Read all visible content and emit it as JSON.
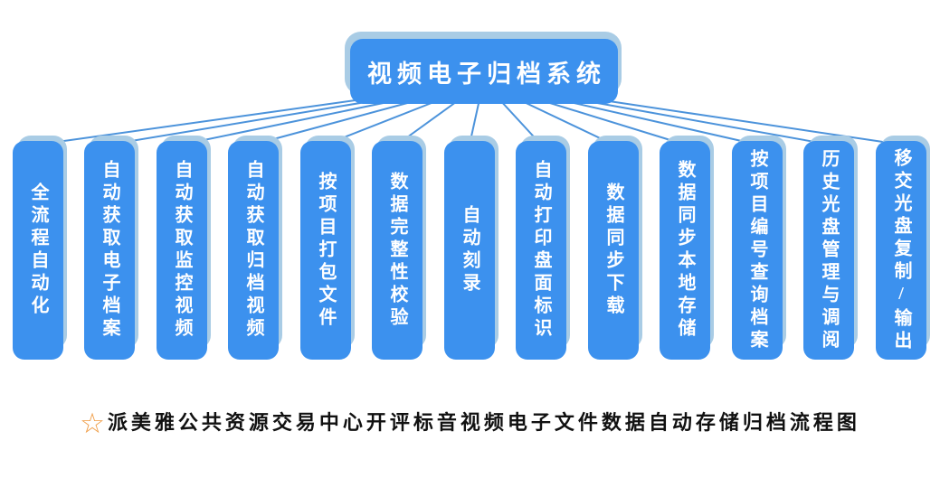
{
  "root": {
    "title": "视频电子归档系统"
  },
  "pillars": [
    {
      "label": "全流程自动化"
    },
    {
      "label": "自动获取电子档案"
    },
    {
      "label": "自动获取监控视频"
    },
    {
      "label": "自动获取归档视频"
    },
    {
      "label": "按项目打包文件"
    },
    {
      "label": "数据完整性校验"
    },
    {
      "label": "自动刻录"
    },
    {
      "label": "自动打印盘面标识"
    },
    {
      "label": "数据同步下载"
    },
    {
      "label": "数据同步本地存储"
    },
    {
      "label": "按项目编号查询档案"
    },
    {
      "label": "历史光盘管理与调阅"
    },
    {
      "label": "移交光盘复制/输出"
    }
  ],
  "caption": {
    "star_icon": "☆",
    "text": "派美雅公共资源交易中心开评标音视频电子文件数据自动存储归档流程图"
  },
  "colors": {
    "box_blue": "#3C91EE",
    "shadow_blue": "#A9CCE5",
    "connector_blue": "#4C93DB",
    "star_orange": "#EF9B43",
    "title_text": "#FFFFFF",
    "caption_text": "#111111"
  }
}
